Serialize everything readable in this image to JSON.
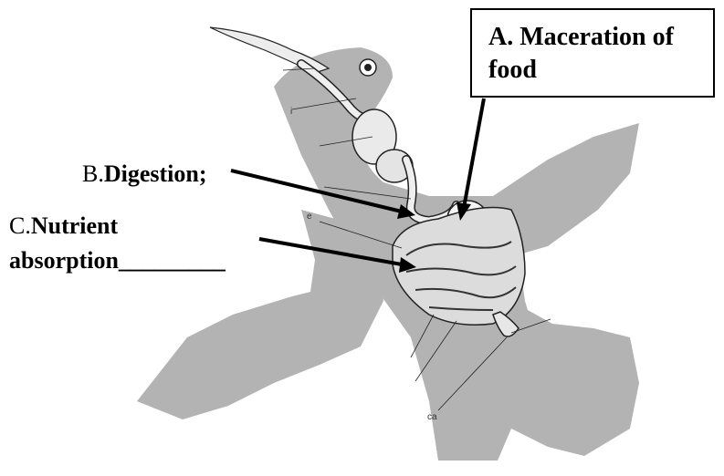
{
  "colors": {
    "silhouette": "#b3b3b3",
    "organ_fill": "#e9e9e9",
    "organ_stroke": "#222222",
    "arrow": "#000000"
  },
  "label_a": {
    "text": "A. Maceration of food"
  },
  "label_b": {
    "prefix": "B.",
    "bold": "Digestion;"
  },
  "label_c": {
    "prefix": "C.",
    "bold_line1": "Nutrient",
    "bold_line2": "absorption_________"
  },
  "small_letters": {
    "i": "i",
    "e": "e",
    "ca": "ca"
  }
}
